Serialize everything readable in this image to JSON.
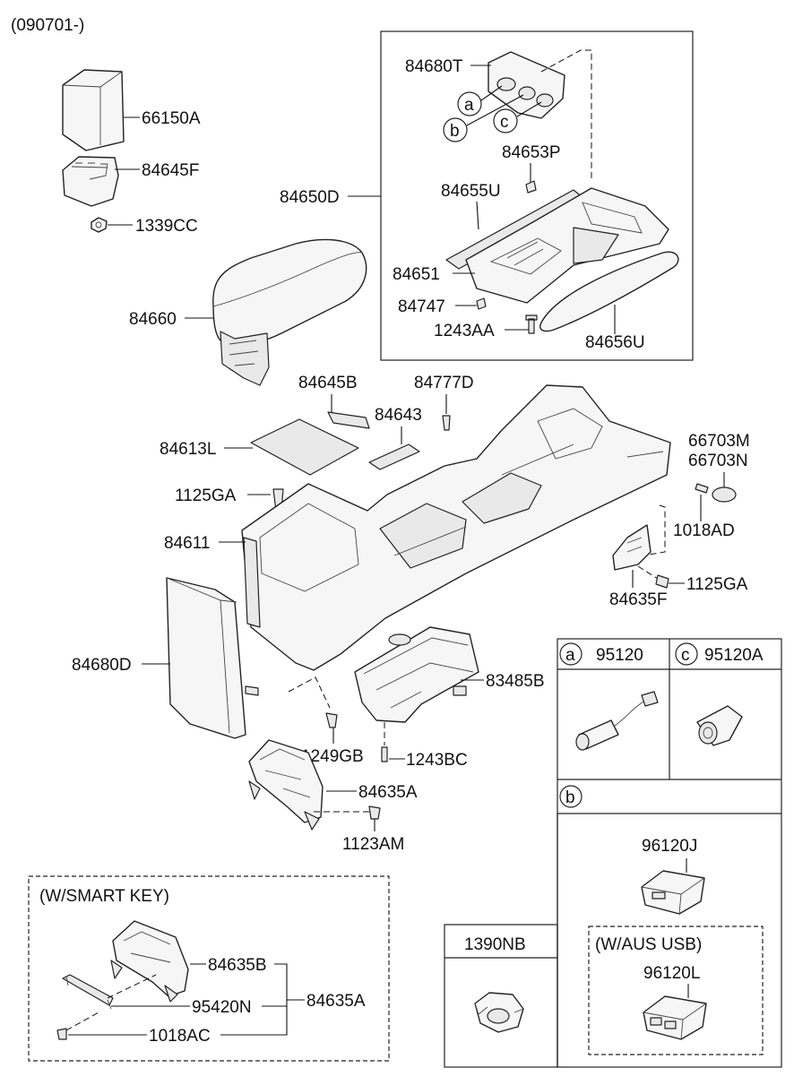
{
  "serial": "(090701-)",
  "parts": {
    "p66150A": "66150A",
    "p84645F": "84645F",
    "p1339CC": "1339CC",
    "p84660": "84660",
    "p84680T": "84680T",
    "p84653P": "84653P",
    "p84655U": "84655U",
    "p84650D": "84650D",
    "p84651": "84651",
    "p84747": "84747",
    "p1243AA": "1243AA",
    "p84656U": "84656U",
    "p84645B": "84645B",
    "p84777D": "84777D",
    "p84643": "84643",
    "p84613L": "84613L",
    "p66703M": "66703M",
    "p66703N": "66703N",
    "p1125GA_a": "1125GA",
    "p84611": "84611",
    "p1018AD": "1018AD",
    "p84635F": "84635F",
    "p1125GA_b": "1125GA",
    "p84680D": "84680D",
    "p83485B": "83485B",
    "p1249GB": "1249GB",
    "p1243BC": "1243BC",
    "p84635A": "84635A",
    "p1123AM": "1123AM",
    "p84635B": "84635B",
    "p95420N": "95420N",
    "p84635A_2": "84635A",
    "p1018AC": "1018AC"
  },
  "callouts": {
    "a": "a",
    "b": "b",
    "c": "c"
  },
  "detail_table": {
    "a_letter": "a",
    "a_part": "95120",
    "c_letter": "c",
    "c_part": "95120A",
    "b_letter": "b",
    "b_part": "96120J",
    "usb_title": "(W/AUS  USB)",
    "usb_part": "96120L",
    "nb_part": "1390NB"
  },
  "smart_key": {
    "title": "(W/SMART KEY)"
  }
}
